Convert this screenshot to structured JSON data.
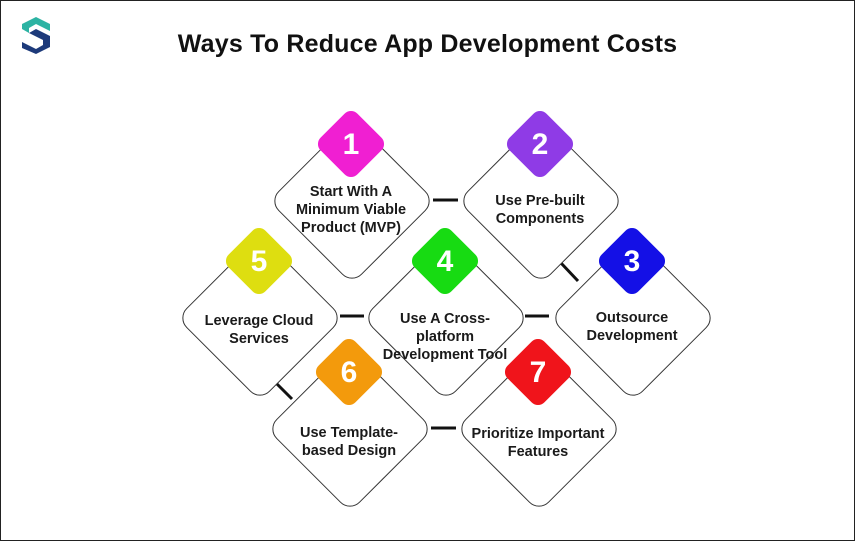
{
  "title": "Ways To Reduce App Development Costs",
  "logo": {
    "name": "brand-logo",
    "colors": [
      "#2cb3a3",
      "#1d3a7a"
    ]
  },
  "steps": [
    {
      "number": "1",
      "label": "Start With A Minimum Viable Product (MVP)",
      "color": "#f01fd2"
    },
    {
      "number": "2",
      "label": "Use Pre-built Components",
      "color": "#8f3be6"
    },
    {
      "number": "3",
      "label": "Outsource Development",
      "color": "#1410e6"
    },
    {
      "number": "4",
      "label": "Use A Cross-platform Development Tool",
      "color": "#17db12"
    },
    {
      "number": "5",
      "label": "Leverage Cloud Services",
      "color": "#dede10"
    },
    {
      "number": "6",
      "label": "Use Template-based Design",
      "color": "#f39a0c"
    },
    {
      "number": "7",
      "label": "Prioritize Important Features",
      "color": "#f0141b"
    }
  ]
}
